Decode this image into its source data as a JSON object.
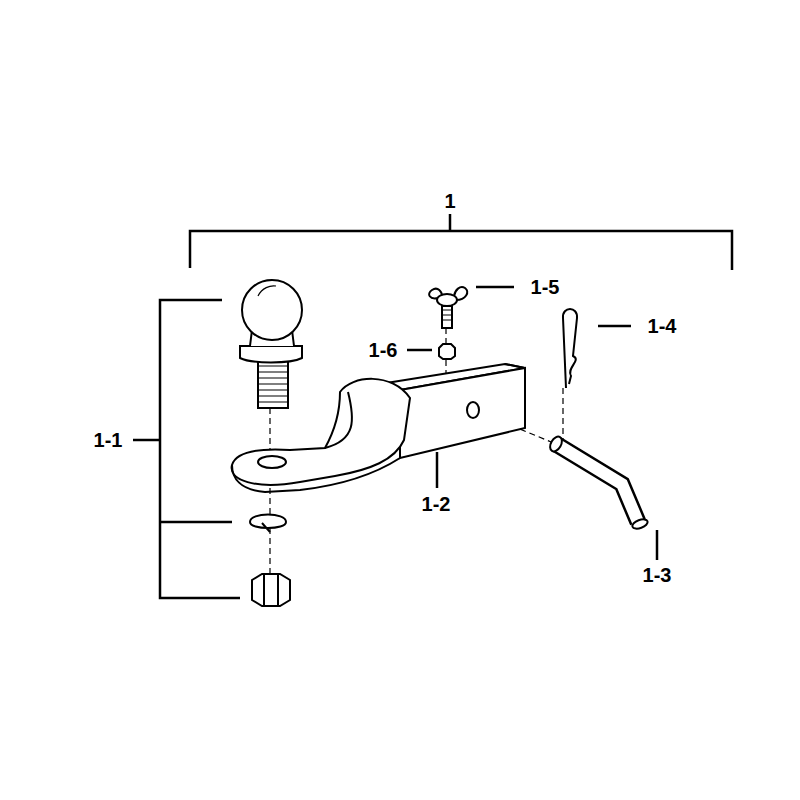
{
  "diagram": {
    "labels": [
      "1",
      "1-5",
      "1-4",
      "1-6",
      "1-1",
      "1-2",
      "1-3"
    ]
  }
}
